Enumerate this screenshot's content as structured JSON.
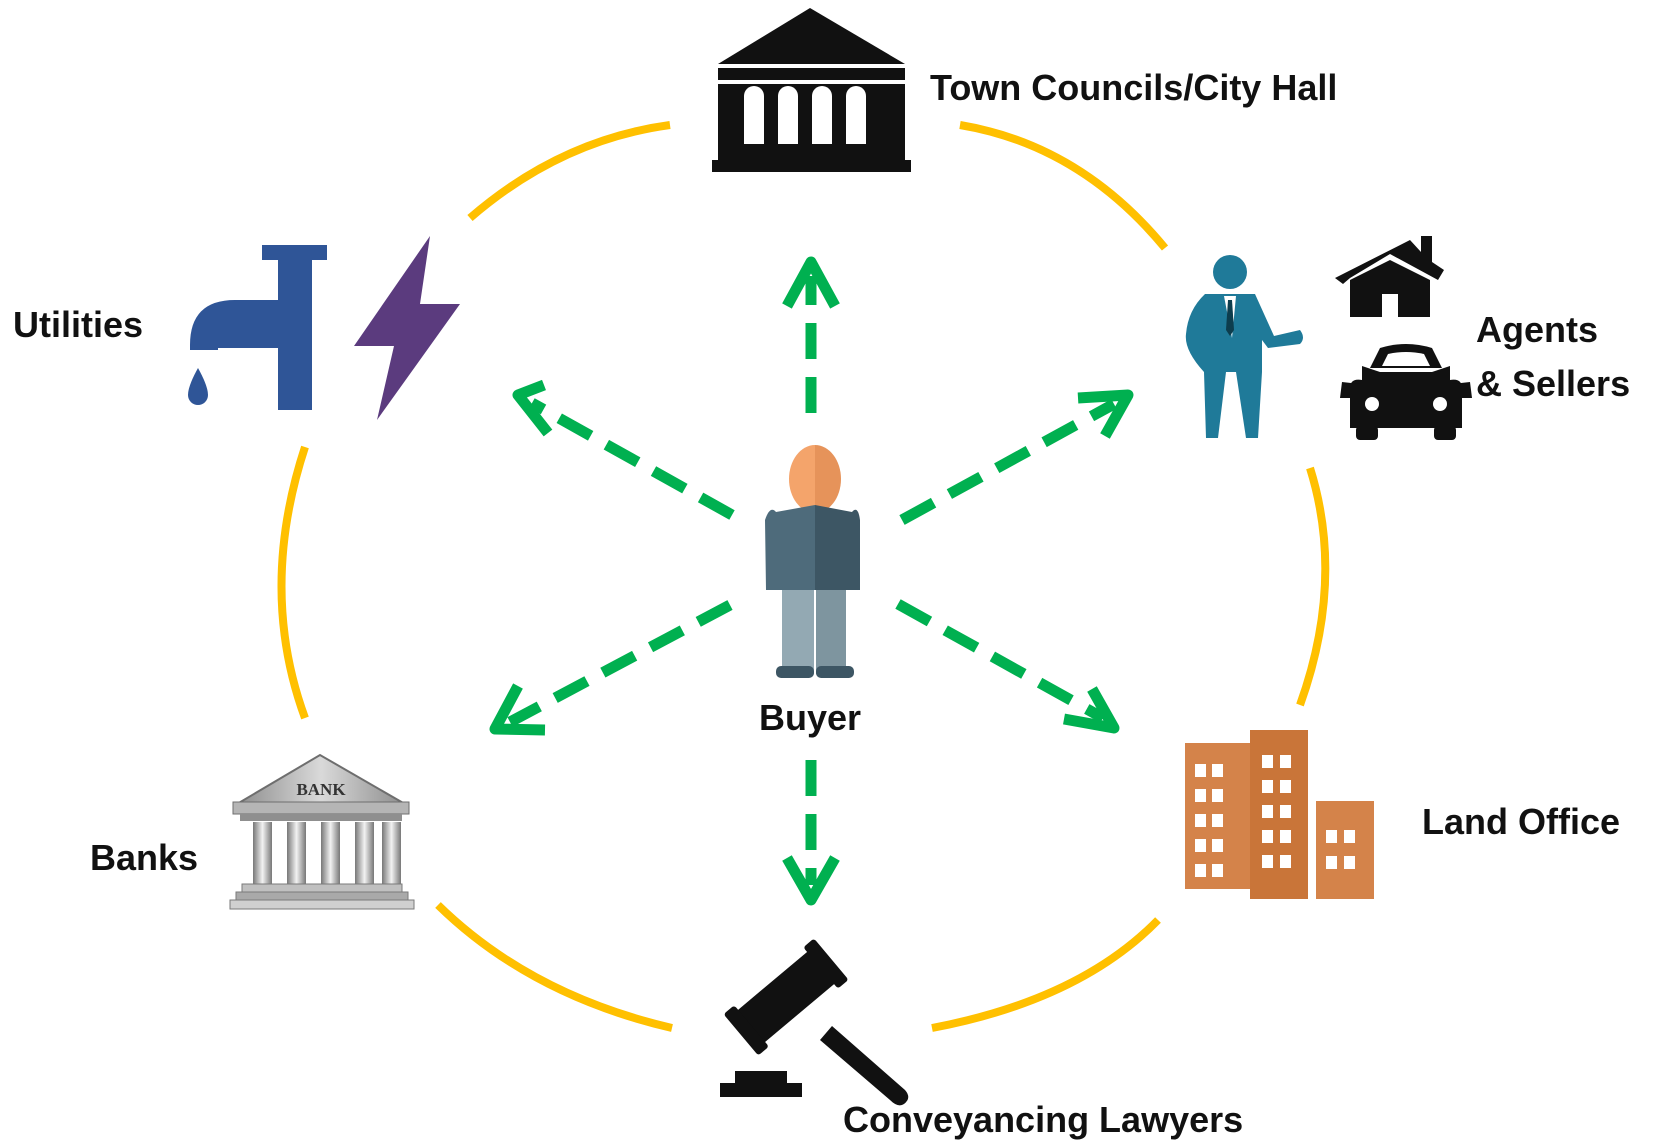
{
  "center": {
    "label": "Buyer",
    "icon": "buyer-person-icon"
  },
  "nodes": {
    "town_councils": {
      "label": "Town Councils/City Hall",
      "icon": "government-building-icon"
    },
    "agents_sellers": {
      "line1": "Agents",
      "line2": "& Sellers",
      "icons": [
        "agent-person-icon",
        "house-icon",
        "car-icon"
      ]
    },
    "land_office": {
      "label": "Land Office",
      "icon": "office-buildings-icon"
    },
    "conveyancing_lawyers": {
      "label": "Conveyancing Lawyers",
      "icon": "gavel-icon"
    },
    "banks": {
      "label": "Banks",
      "icon": "bank-icon",
      "sign": "BANK"
    },
    "utilities": {
      "label": "Utilities",
      "icons": [
        "water-tap-icon",
        "lightning-bolt-icon"
      ]
    }
  },
  "colors": {
    "ring": "#FFC000",
    "arrows": "#00B050",
    "text": "#111111",
    "agent": "#1F7A99",
    "tap": "#2F5597",
    "bolt": "#5B3B7E",
    "building": "#D4834A",
    "bank": "#9A9A9A"
  }
}
